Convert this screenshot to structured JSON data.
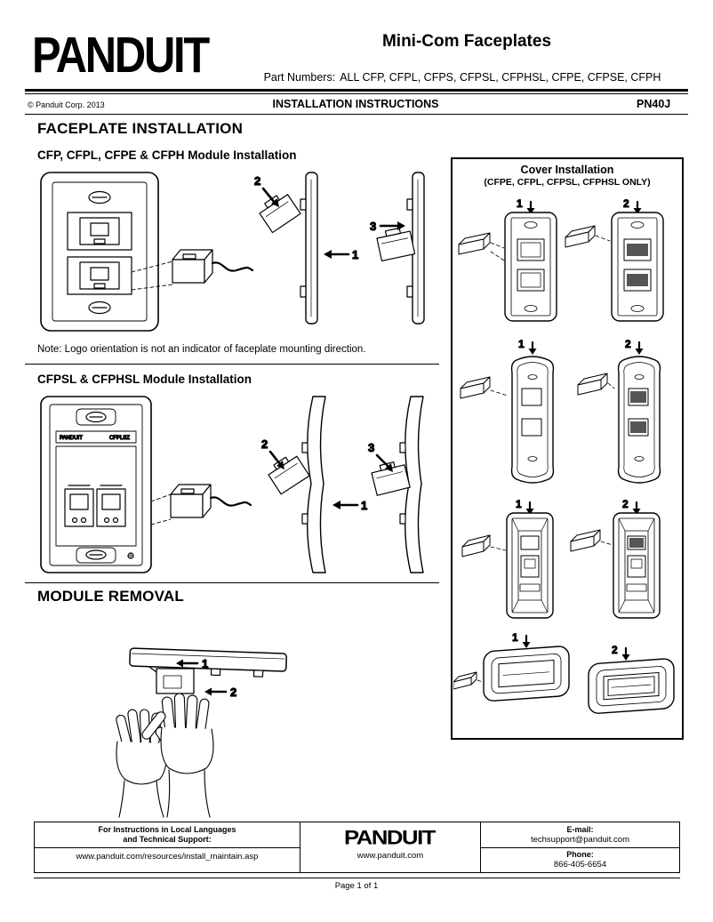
{
  "page": {
    "brand": "PANDUIT"
  },
  "colors": {
    "ink": "#000000",
    "paper": "#ffffff",
    "cover_slot": "#555555"
  },
  "header": {
    "title": "Mini-Com Faceplates",
    "part_numbers_label": "Part Numbers:",
    "part_numbers": "ALL CFP, CFPL, CFPS, CFPSL, CFPHSL, CFPE, CFPSE, CFPH",
    "copyright": "© Panduit Corp. 2013",
    "doc_type": "INSTALLATION INSTRUCTIONS",
    "doc_number": "PN40J"
  },
  "sections": {
    "faceplate_installation_heading": "FACEPLATE INSTALLATION",
    "flat_module_heading": "CFP, CFPL, CFPE & CFPH Module Installation",
    "note": "Note: Logo orientation is not an indicator of faceplate mounting direction.",
    "sloped_module_heading": "CFPSL & CFPHSL Module Installation",
    "module_removal_heading": "MODULE REMOVAL"
  },
  "cover_box": {
    "title": "Cover Installation",
    "subtitle": "(CFPE, CFPL, CFPSL, CFPHSL ONLY)"
  },
  "steps": {
    "s1": "1",
    "s2": "2",
    "s3": "3"
  },
  "faceplate_print": {
    "brand": "PANDUIT",
    "part": "CFPLSZ"
  },
  "footer": {
    "support_line1": "For Instructions in Local Languages",
    "support_line2": "and Technical Support:",
    "support_url": "www.panduit.com/resources/install_maintain.asp",
    "site_url": "www.panduit.com",
    "email_label": "E-mail:",
    "email": "techsupport@panduit.com",
    "phone_label": "Phone:",
    "phone": "866-405-6654",
    "page_number": "Page 1 of 1"
  }
}
